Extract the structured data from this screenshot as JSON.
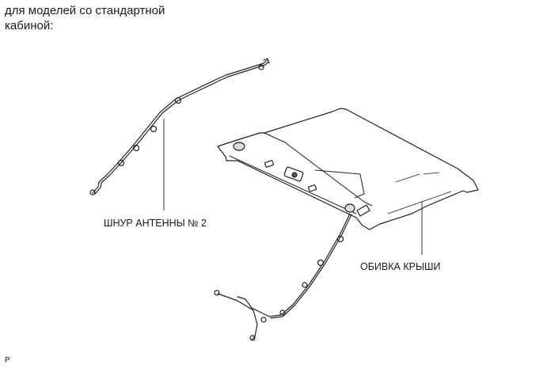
{
  "heading": {
    "line1": "для моделей со стандартной",
    "line2": "кабиной:"
  },
  "labels": {
    "antenna_cord": "ШНУР АНТЕННЫ № 2",
    "roof_headliner": "ОБИВКА КРЫШИ"
  },
  "figure_id": "P"
}
